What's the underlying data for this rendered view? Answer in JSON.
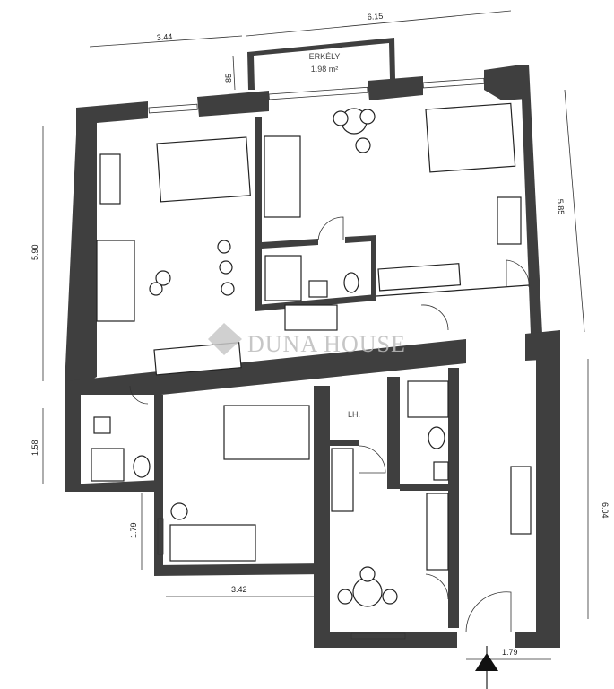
{
  "plan": {
    "balcony": {
      "name": "ERKÉLY",
      "area": "1.98 m²"
    },
    "room_labels": {
      "storage": "LH."
    },
    "watermark": "DUNA HOUSE®",
    "dimensions": {
      "top_left": "3.44",
      "top_right": "6.15",
      "balcony_depth": "85",
      "left_upper": "5.90",
      "right_upper": "5.85",
      "left_bath": "1.58",
      "left_lower": "1.79",
      "bottom_bedroom": "3.42",
      "right_lower": "6.04",
      "entrance": "1.79"
    }
  },
  "colors": {
    "wall": "#3f3f3f",
    "watermark": "#bdbdbd"
  }
}
